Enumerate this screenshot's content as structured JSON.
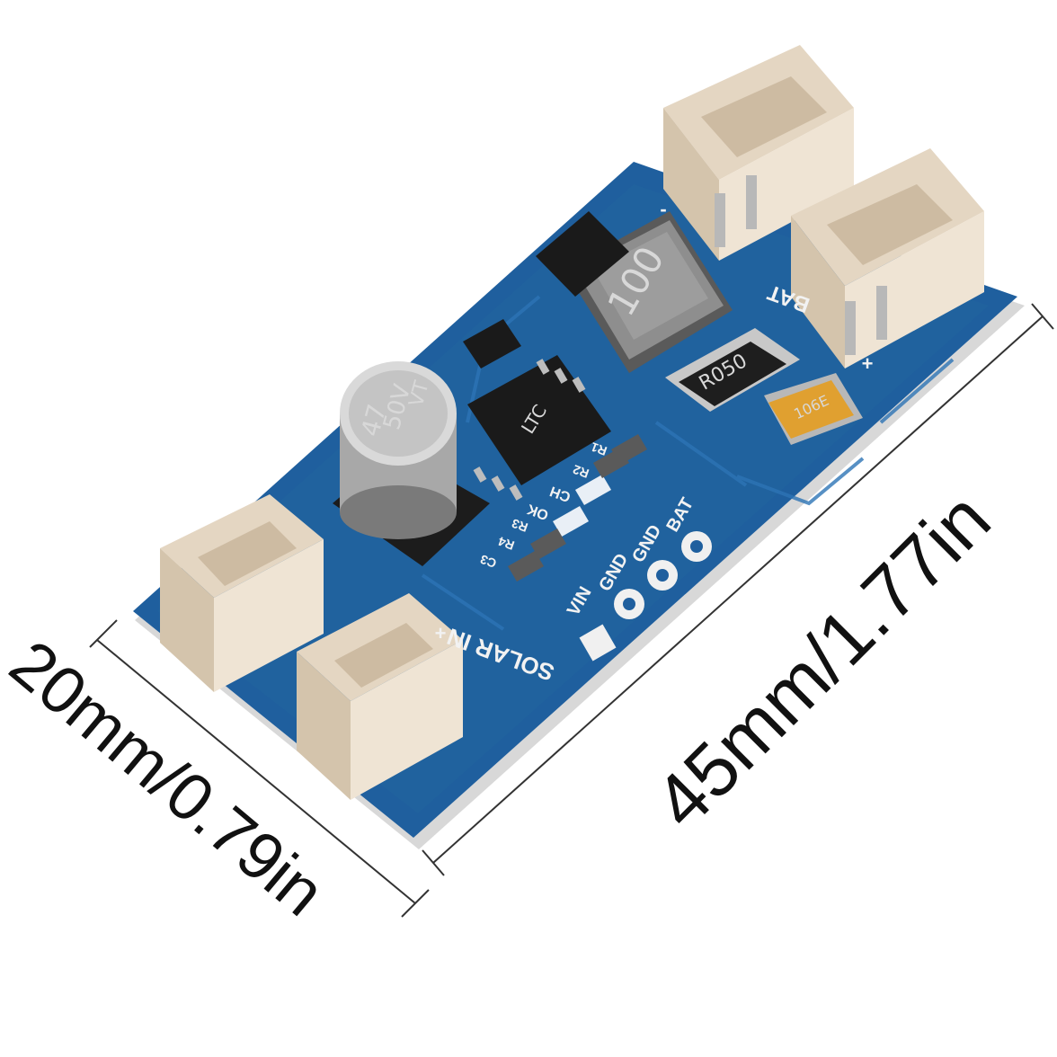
{
  "dimensions": {
    "width_label": "20mm/0.79in",
    "length_label": "45mm/1.77in"
  },
  "board": {
    "colors": {
      "pcb": "#1f5f9e",
      "pcb_dark": "#174d85",
      "connector": "#efe4d4",
      "edge": "#d9d9d9"
    },
    "silkscreen": {
      "solar_in": "SOLAR IN",
      "bat": "BAT",
      "plus": "+",
      "minus": "-",
      "pins": [
        "VIN",
        "GND",
        "GND",
        "BAT"
      ],
      "leds": [
        "CH",
        "OK"
      ],
      "resistors": [
        "R1",
        "R2",
        "R3",
        "R4",
        "C3"
      ]
    },
    "capacitor": {
      "value": "47",
      "voltage": "50V",
      "series": "VT"
    },
    "inductor_label": "100",
    "shunt_label": "R050",
    "tantalum_label": "106E",
    "ic_label": "LTC"
  }
}
